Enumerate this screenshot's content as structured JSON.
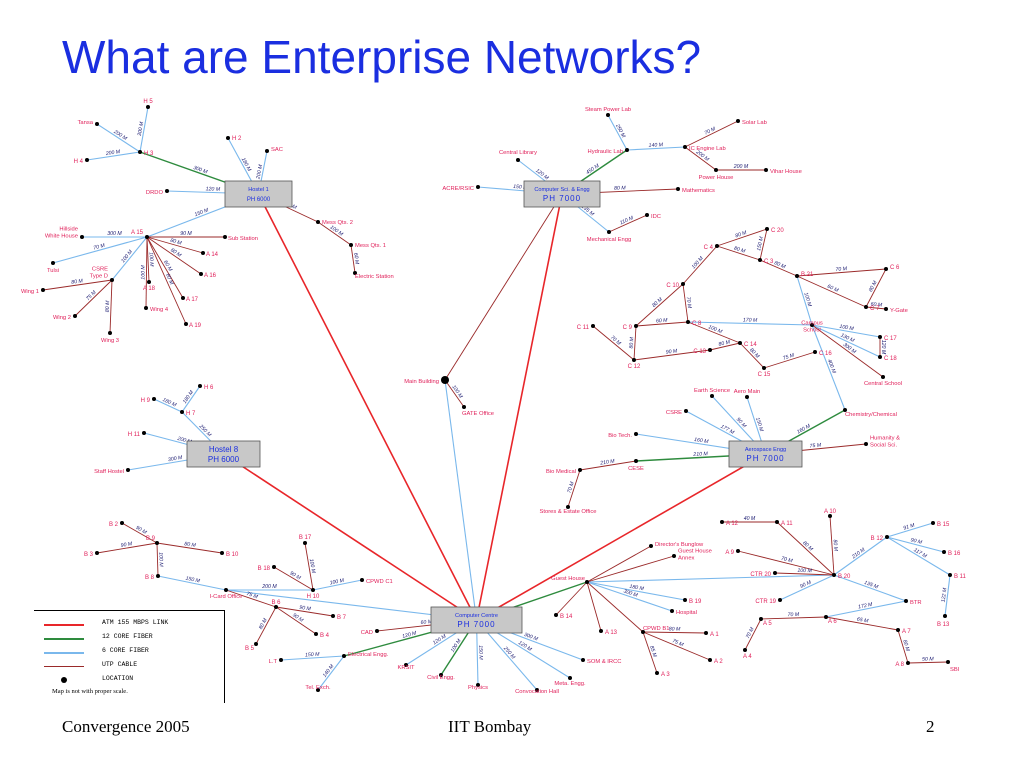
{
  "slide": {
    "title": "What are Enterprise Networks?",
    "footer_left": "Convergence 2005",
    "footer_center": "IIT Bombay",
    "page_number": "2"
  },
  "colors": {
    "title": "#1a2ee0",
    "atm": "#e8262a",
    "core12": "#2e8b3e",
    "core6": "#7ab8ec",
    "utp": "#9a2a2a",
    "label": "#e0205a",
    "box_label": "#1a2ee0",
    "box_fill": "#c8c8c8"
  },
  "legend": {
    "items": [
      {
        "label": "ATM 155 MBPS LINK",
        "style": "atm"
      },
      {
        "label": "12 CORE FIBER",
        "style": "core12"
      },
      {
        "label": "6 CORE FIBER",
        "style": "core6"
      },
      {
        "label": "UTP CABLE",
        "style": "utp"
      },
      {
        "label": "LOCATION",
        "style": "dot"
      }
    ],
    "note": "Map is not with proper scale."
  },
  "hubs": [
    {
      "id": "h1",
      "name": "Hostel 1",
      "sub": "PH 6000"
    },
    {
      "id": "cse",
      "name": "Computer Sci. & Engg",
      "sub": "PH 7000"
    },
    {
      "id": "h8",
      "name": "Hostel 8",
      "sub": "PH 6000"
    },
    {
      "id": "aero",
      "name": "Aerospace Engg",
      "sub": "PH 7000"
    },
    {
      "id": "cc",
      "name": "Computer Centre",
      "sub": "PH 7000"
    }
  ],
  "locations": {
    "H5": "H 5",
    "H3": "H 3",
    "H4": "H 4",
    "Tansa": "Tansa",
    "H2": "H 2",
    "SAC": "SAC",
    "DRDO": "DRDO",
    "MessQts2": "Mess Qts. 2",
    "MessQts1": "Mess Qts. 1",
    "ElecStation": "Electric Station",
    "A15": "A 15",
    "SubStation": "Sub Station",
    "A14": "A 14",
    "A16": "A 16",
    "A17": "A 17",
    "A18": "A 18",
    "A19": "A 19",
    "Hillside": "Hillside\nWhite House",
    "Tulsi": "Tulsi",
    "CSRE_D": "CSRE\nType D",
    "Wing1": "Wing 1",
    "Wing2": "Wing 2",
    "Wing3": "Wing 3",
    "Wing4": "Wing 4",
    "SteamPower": "Steam Power Lab",
    "SolarLab": "Solar Lab",
    "Hydraulic": "Hydraulic  Lab",
    "ICEngine": "IC Engine Lab",
    "CentralLib": "Central Library",
    "ACRE": "ACRE/RSIC",
    "Maths": "Mathematics",
    "PowerHouse": "Power House",
    "Vihar": "Vihar House",
    "MechEngg": "Mechanical Engg",
    "IDC": "IDC",
    "MainBuilding": "Main Building",
    "GATE": "GATE Office",
    "H6": "H 6",
    "H9": "H 9",
    "H7": "H 7",
    "H11": "H 11",
    "StaffHostel": "Staff Hostel",
    "C20": "C 20",
    "C4": "C 4",
    "C3": "C 3",
    "B21": "B 21",
    "C6": "C 6",
    "C10": "C 10",
    "C7": "C 7",
    "YGate": "Y-Gate",
    "C11": "C 11",
    "C9": "C 9",
    "C8": "C 8",
    "CampusSchool": "Campus\nSchool",
    "C17": "C 17",
    "C18": "C 18",
    "C14": "C 14",
    "C13": "C 13",
    "C12": "C 12",
    "C15": "C 15",
    "C16": "C 16",
    "CentralSchool": "Central School",
    "EarthSci": "Earth Science",
    "AeroMain": "Aero Main",
    "CSRE": "CSRE",
    "BioTech": "Bio  Tech.",
    "ChemEngg": "Chemistry/Chemical",
    "Humanity": "Humanity &\nSocial Sci.",
    "BioMedical": "Bio Medical",
    "CESE": "CESE",
    "StoresEstate": "Stores & Estate Office",
    "B2": "B 2",
    "B9": "B 9",
    "B3": "B 3",
    "B10": "B 10",
    "B8": "B 8",
    "ICard": "I-Card Office",
    "B17": "B 17",
    "B18": "B 18",
    "H10": "H 10",
    "CPWDC1": "CPWD C1",
    "B6": "B 6",
    "B7": "B 7",
    "B4": "B 4",
    "B5": "B 5",
    "CAD": "CAD",
    "LT": "L.T",
    "ElecEngg": "Electrical Engg.",
    "TelExch": "Tel. Exch.",
    "KRSIT": "KRSIT",
    "CivilEngg": "Civil Engg.",
    "Physics": "Physics",
    "ConvoHall": "Convocation Hall",
    "MetaEngg": "Meta. Engg.",
    "SOM": "SOM & IRCC",
    "GuestHouse": "Guest House",
    "DirBunglow": "Director's Bunglow",
    "GHAnnex": "Guest House\nAnnex",
    "Hospital": "Hospital",
    "B19": "B 19",
    "B14": "B 14",
    "A13": "A 13",
    "CPWDB1": "CPWD B1",
    "A1": "A 1",
    "A2": "A 2",
    "A3": "A 3",
    "A12": "A 12",
    "A11": "A 11",
    "A10": "A 10",
    "A9": "A 9",
    "CTR20": "CTR 20",
    "CTR19": "CTR 19",
    "B20": "B 20",
    "B12": "B 12",
    "B15": "B 15",
    "B16": "B 16",
    "B11": "B 11",
    "BTR": "BTR",
    "B13": "B 13",
    "A5": "A 5",
    "A6": "A 6",
    "A4": "A 4",
    "A7": "A 7",
    "A8": "A 8",
    "SBI": "SBI"
  },
  "distances": {
    "H5_H3": "300 M",
    "Tansa_H3": "200 M",
    "H4_H3": "200 M",
    "H3_H1": "300 M",
    "H2_H1": "180 M",
    "SAC_H1": "200 M",
    "DRDO_H1": "120 M",
    "H1_MessQts2": "160 M",
    "MessQts2_MessQts1": "100 M",
    "MessQts1_Elec": "60 M",
    "H1_A15": "150 M",
    "Hill_A15": "300 M",
    "A15_Sub": "90 M",
    "A15_A14": "80 M",
    "A15_A16": "80 M",
    "A15_A18": "100 M",
    "A15_A17": "60 M",
    "A15_A19": "60 M",
    "A15_Tulsi": "70 M",
    "A15_CSRE": "100 M",
    "CSRE_Wing1": "80 M",
    "CSRE_Wing2": "75 M",
    "CSRE_Wing3": "80 M",
    "A15_Wing4": "100 M",
    "Steam_Hyd": "250 M",
    "Hyd_IC": "140 M",
    "IC_Solar": "70 M",
    "IC_Power": "200 M",
    "Power_Vihar": "200 M",
    "Hyd_CSE": "450 M",
    "Lib_CSE": "120 M",
    "ACRE_CSE": "150 M",
    "CSE_Math": "80 M",
    "CSE_Mech": "135 M",
    "Mech_IDC": "110 M",
    "Main_GATE": "100 M",
    "H6_H7": "180 M",
    "H9_H7": "180 M",
    "H7_H8": "250 M",
    "H11_H8": "200 M",
    "Staff_H8": "300 M",
    "C20_C3": "150 M",
    "C4_C20": "80 M",
    "C4_C3": "80 M",
    "C3_B21": "80 M",
    "C4_C10": "100 M",
    "C10_C9": "80 M",
    "C10_C8": "70 M",
    "C9_C8": "60 M",
    "C9_C12": "80 M",
    "C11_C12": "70 M",
    "C8_C14": "100 M",
    "C8_Campus": "170 M",
    "C12_C13": "90 M",
    "C13_C14": "80 M",
    "C14_C15": "80 M",
    "C15_C16": "75 M",
    "B21_Campus": "100 M",
    "B21_C6": "70 M",
    "C6_C7": "80 M",
    "B21_C7": "60 M",
    "C7_YGate": "60 M",
    "Campus_C17": "100 M",
    "C17_C18": "120 M",
    "Campus_C18": "130 M",
    "Campus_CentralSchool": "300 M",
    "Campus_Chem": "400 M",
    "Chem_Aero": "160 M",
    "Earth_Aero": "90 M",
    "AeroMain_Aero": "150 M",
    "CSRE_Aero": "177 M",
    "Bio_Aero": "160 M",
    "CESE_Aero": "210 M",
    "BioMed_CESE": "210 M",
    "BioMed_Stores": "70 M",
    "Aero_Hum": "75 M",
    "B2_B9": "90 M",
    "B3_B9": "90 M",
    "B9_B10": "80 M",
    "B9_B8": "100 M",
    "B8_ICard": "150 M",
    "ICard_H10": "200 M",
    "B17_H10": "100 M",
    "B18_H10": "90 M",
    "H10_CPWD": "100 M",
    "ICard_B6": "75 M",
    "B6_B7": "90 M",
    "B6_B4": "90 M",
    "B6_B5": "80 M",
    "CAD_CC": "60 M",
    "CC_Elec": "120 M",
    "Elec_LT": "150 M",
    "Elec_Tel": "140 M",
    "CC_KRSIT": "120 M",
    "CC_Civil": "100 M",
    "CC_Physics": "150 M",
    "CC_Convo": "250 M",
    "CC_Meta": "120 M",
    "CC_SOM": "300 M",
    "GH_Hosp": "300 M",
    "GH_B19": "180 M",
    "CPWDB1_A1": "80 M",
    "CPWDB1_A2": "75 M",
    "CPWDB1_A3": "85 M",
    "A12_A11": "40 M",
    "A11_B20": "80 M",
    "A10_B20": "80 M",
    "A9_B20": "70 M",
    "CTR20_B20": "100 M",
    "CTR19_B20": "90 M",
    "B20_B12": "210 M",
    "B12_B15": "91 M",
    "B12_B16": "90 M",
    "B12_B11": "117 M",
    "B11_B13": "122 M",
    "B20_BTR": "135 M",
    "BTR_A6": "172 M",
    "A6_A5": "70 M",
    "A5_A4": "70 M",
    "A6_A7": "65 M",
    "A7_A8": "80 M",
    "A8_SBI": "50 M"
  }
}
